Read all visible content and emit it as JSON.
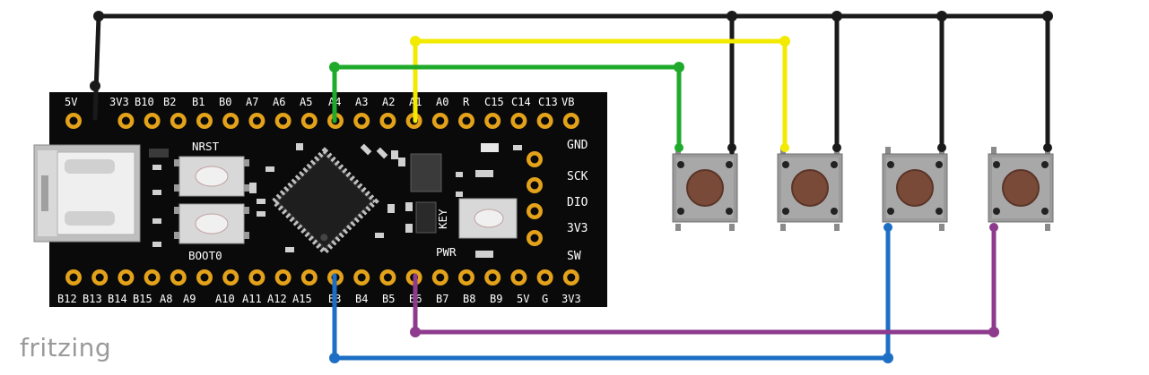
{
  "board": {
    "top_pin_labels": [
      "5V",
      "3V3",
      "B10",
      "B2",
      "B1",
      "B0",
      "A7",
      "A6",
      "A5",
      "A4",
      "A3",
      "A2",
      "A1",
      "A0",
      "R",
      "C15",
      "C14",
      "C13",
      "VB"
    ],
    "bottom_pin_labels": [
      "B12",
      "B13",
      "B14",
      "B15",
      "A8",
      "A9",
      "A10",
      "A11",
      "A12",
      "A15",
      "B3",
      "B4",
      "B5",
      "B6",
      "B7",
      "B8",
      "B9",
      "5V",
      "G",
      "3V3"
    ],
    "side_pin_labels": [
      "GND",
      "SCK",
      "DIO",
      "3V3",
      "SW"
    ],
    "nrst_label": "NRST",
    "boot0_label": "BOOT0",
    "key_label": "KEY",
    "pwr_label": "PWR"
  },
  "wires": [
    {
      "name": "black-ground-bus",
      "color": "#1a1a1a"
    },
    {
      "name": "yellow-wire",
      "color": "#f2ea00"
    },
    {
      "name": "green-wire",
      "color": "#1faa2b"
    },
    {
      "name": "blue-wire",
      "color": "#1d6fc4"
    },
    {
      "name": "purple-wire",
      "color": "#8e3b8e"
    }
  ],
  "buttons_count": 4,
  "brand": "fritzing"
}
